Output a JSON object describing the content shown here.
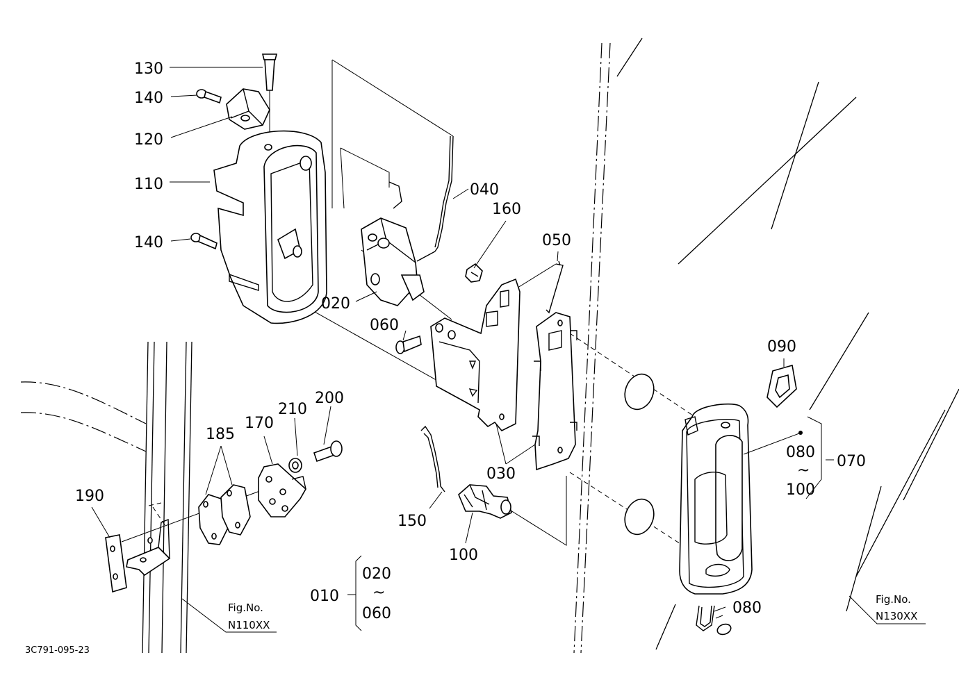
{
  "diagram": {
    "drawing_code": "3C791-095-23",
    "part_labels": {
      "p130": "130",
      "p140a": "140",
      "p120": "120",
      "p110": "110",
      "p140b": "140",
      "p040": "040",
      "p160": "160",
      "p050": "050",
      "p020": "020",
      "p060": "060",
      "p090": "090",
      "p080a": "080",
      "p100a": "100",
      "p070": "070",
      "p200": "200",
      "p210": "210",
      "p185": "185",
      "p170": "170",
      "p190": "190",
      "p030": "030",
      "p150": "150",
      "p100b": "100",
      "p020r": "020",
      "p060r": "060",
      "p010": "010",
      "p080b": "080"
    },
    "range_marks": {
      "tilde_a": "~",
      "tilde_b": "~"
    },
    "fig_refs": {
      "left": {
        "caption": "Fig.No.",
        "code": "N110XX"
      },
      "right": {
        "caption": "Fig.No.",
        "code": "N130XX"
      }
    }
  }
}
